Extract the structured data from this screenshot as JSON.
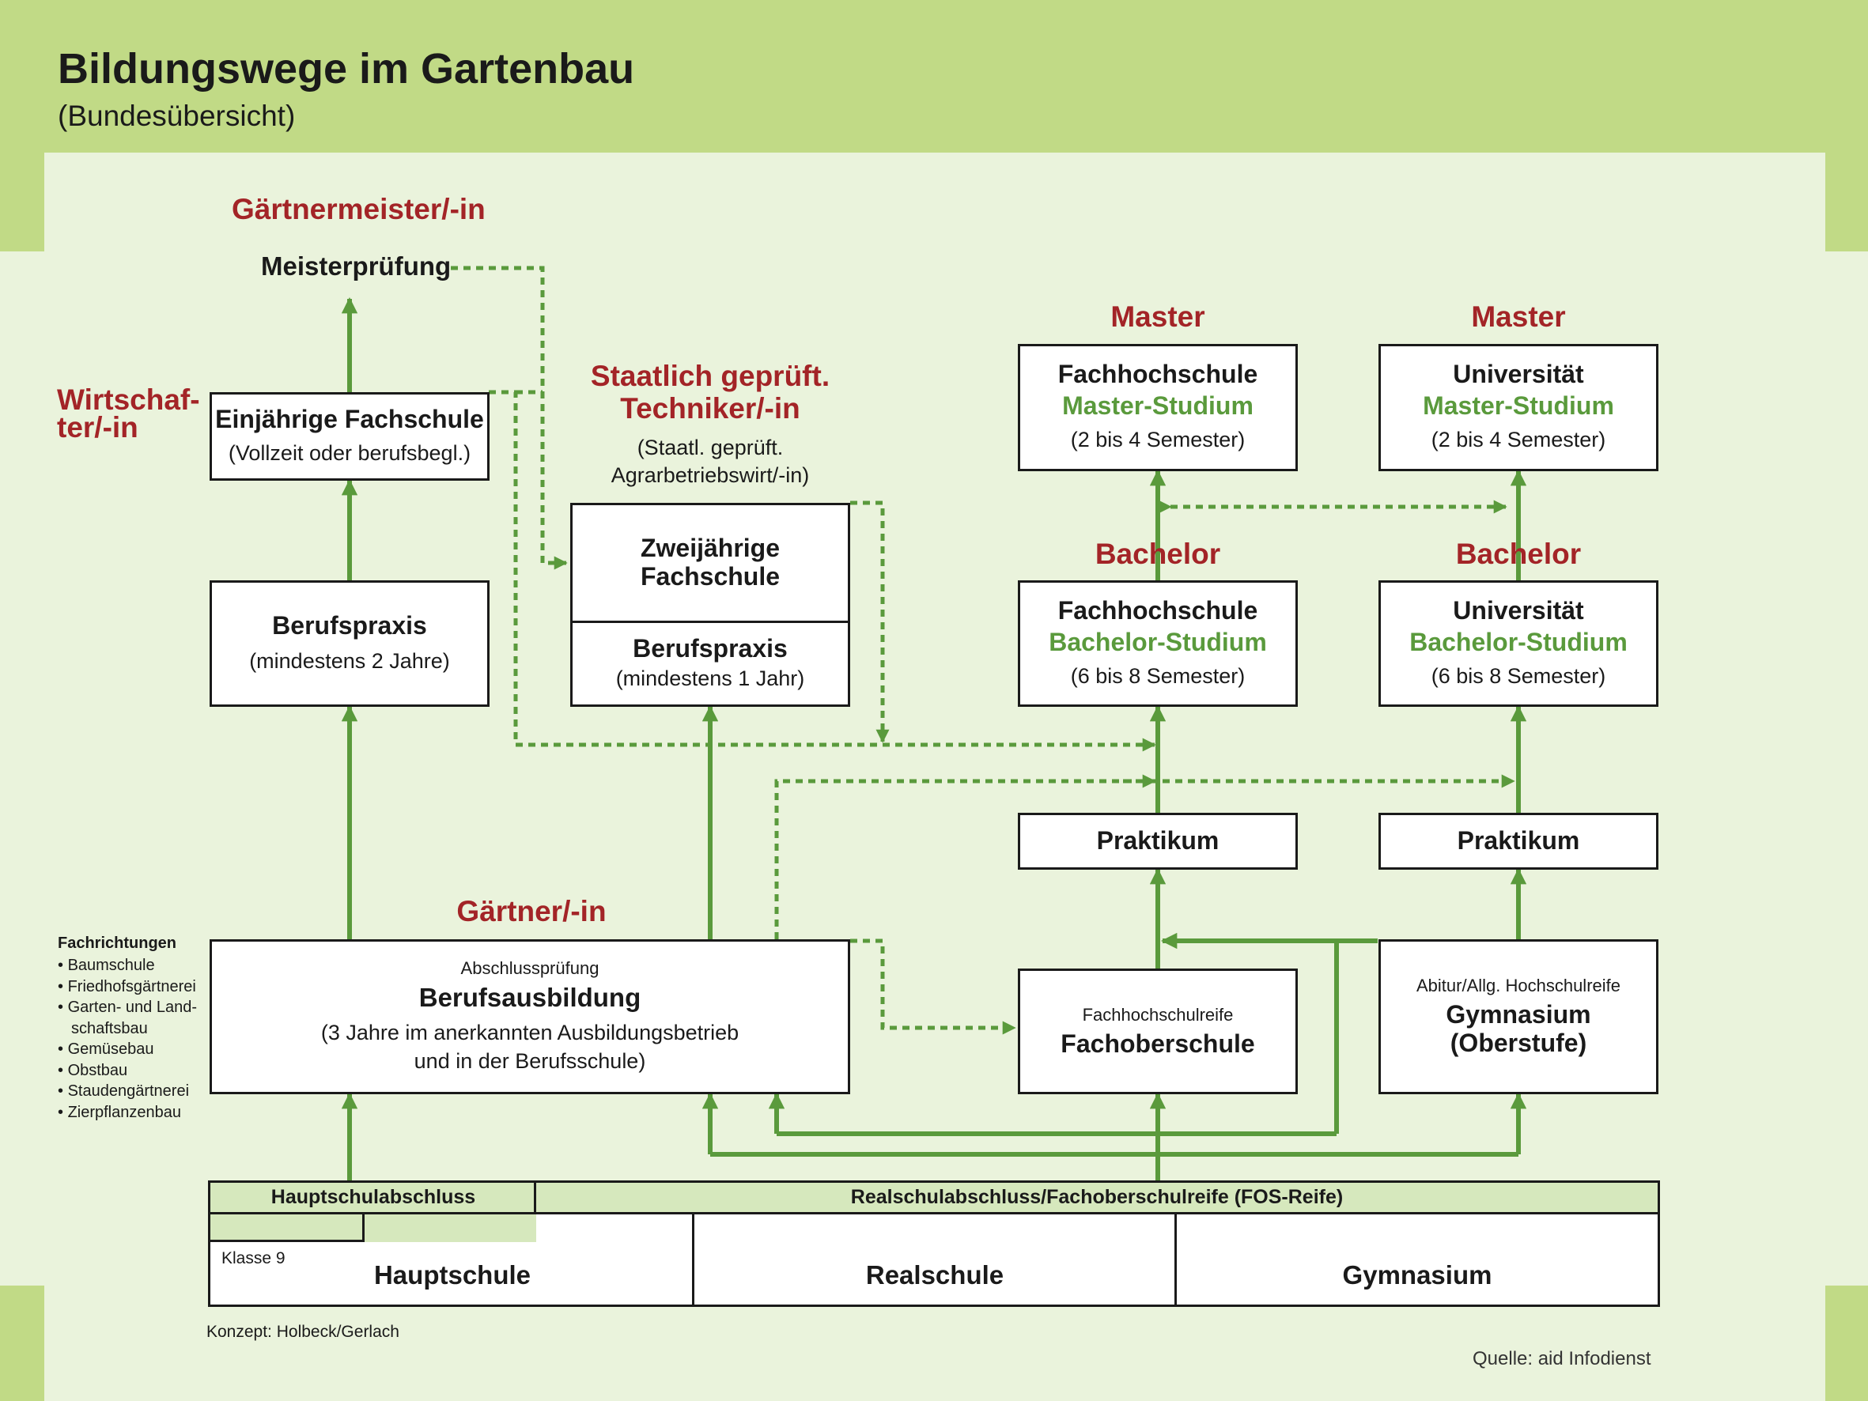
{
  "header": {
    "title": "Bildungswege im Gartenbau",
    "subtitle": "(Bundesübersicht)"
  },
  "labels": {
    "meister_title": "Gärtnermeister/-in",
    "wirtschafter": "Wirtschaf-\nter/-in",
    "techniker_title": "Staatlich geprüft.\nTechniker/-in",
    "techniker_sub": "(Staatl. geprüft.\nAgrarbetriebswirt/-in)",
    "gaertner": "Gärtner/-in",
    "master_fh": "Master",
    "master_uni": "Master",
    "bachelor_fh": "Bachelor",
    "bachelor_uni": "Bachelor",
    "meisterpruefung": "Meisterprüfung"
  },
  "boxes": {
    "einjaehrige": {
      "title": "Einjährige Fachschule",
      "sub": "(Vollzeit oder berufsbegl.)"
    },
    "berufspraxis_2": {
      "title": "Berufspraxis",
      "sub": "(mindestens 2 Jahre)"
    },
    "zweijaehrige": {
      "title": "Zweijährige\nFachschule"
    },
    "berufspraxis_1": {
      "title": "Berufspraxis",
      "sub": "(mindestens 1 Jahr)"
    },
    "fh_master": {
      "title": "Fachhochschule",
      "green": "Master-Studium",
      "sub": "(2 bis 4 Semester)"
    },
    "uni_master": {
      "title": "Universität",
      "green": "Master-Studium",
      "sub": "(2 bis 4 Semester)"
    },
    "fh_bachelor": {
      "title": "Fachhochschule",
      "green": "Bachelor-Studium",
      "sub": "(6 bis 8 Semester)"
    },
    "uni_bachelor": {
      "title": "Universität",
      "green": "Bachelor-Studium",
      "sub": "(6 bis 8 Semester)"
    },
    "praktikum_fh": {
      "title": "Praktikum"
    },
    "praktikum_uni": {
      "title": "Praktikum"
    },
    "berufsausbildung": {
      "top": "Abschlussprüfung",
      "title": "Berufsausbildung",
      "sub": "(3 Jahre im anerkannten Ausbildungsbetrieb\nund in der Berufsschule)"
    },
    "fachoberschule": {
      "top": "Fachhochschulreife",
      "title": "Fachoberschule"
    },
    "gymnasium_ober": {
      "top": "Abitur/Allg. Hochschulreife",
      "title": "Gymnasium\n(Oberstufe)"
    }
  },
  "bottom": {
    "hauptschulabschluss": "Hauptschulabschluss",
    "realschulabschluss": "Realschulabschluss/Fachoberschulreife (FOS-Reife)",
    "klasse9": "Klasse 9",
    "hauptschule": "Hauptschule",
    "realschule": "Realschule",
    "gymnasium": "Gymnasium"
  },
  "fachrichtungen": {
    "title": "Fachrichtungen",
    "items": [
      "Baumschule",
      "Friedhofsgärtnerei",
      "Garten- und Land-\nschaftsbau",
      "Gemüsebau",
      "Obstbau",
      "Staudengärtnerei",
      "Zierpflanzenbau"
    ]
  },
  "footer": {
    "konzept": "Konzept: Holbeck/Gerlach",
    "quelle": "Quelle: aid Infodienst"
  },
  "colors": {
    "header_green": "#c1da86",
    "panel_bg": "#eaf3dc",
    "arrow_green": "#5a9a3c",
    "label_red": "#a32427",
    "light_green_cell": "#d6e8bd"
  }
}
